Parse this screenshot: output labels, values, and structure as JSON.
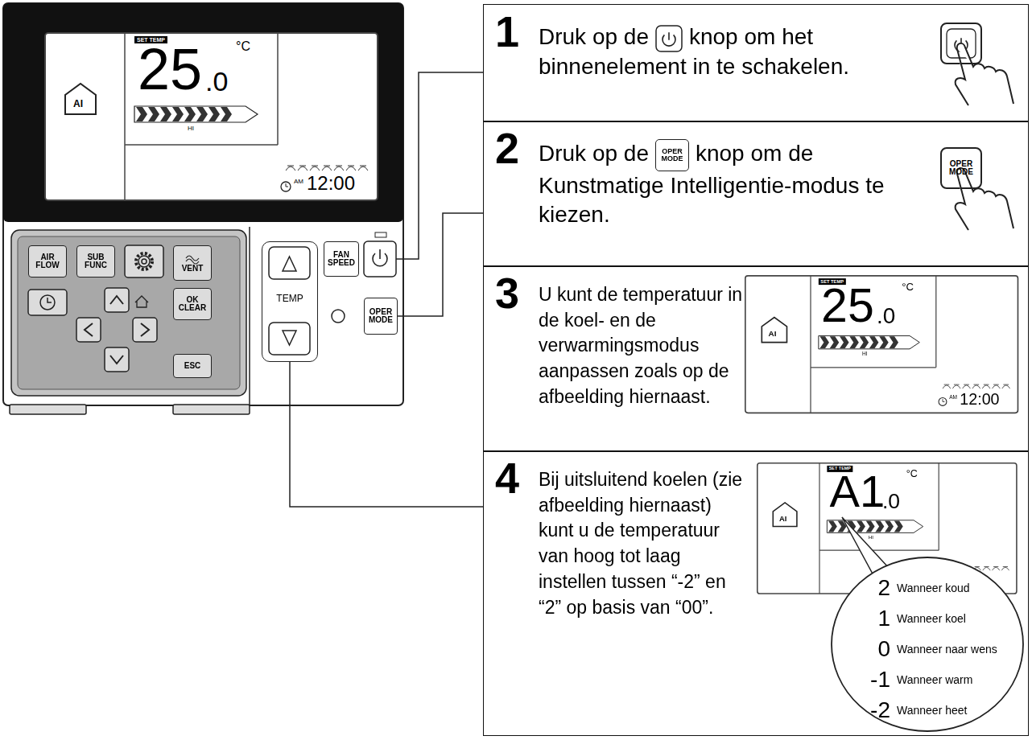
{
  "diagram": {
    "nodes": [
      {
        "text": [
          "AIR FLOW"
        ]
      },
      {
        "text": [
          "SUB FUNC"
        ]
      },
      {
        "text": [
          "VENT"
        ]
      },
      {
        "text": [
          "OK CLEAR"
        ]
      },
      {
        "text": [
          "ESC"
        ]
      },
      {
        "text": [
          "TEMP"
        ]
      },
      {
        "text": [
          "FAN SPEED"
        ]
      },
      {
        "text": [
          "OPER MODE"
        ]
      },
      {
        "text": [
          "1",
          "Druk op de",
          "knop om het binnenelement in te schakelen."
        ]
      },
      {
        "text": [
          "2",
          "Druk op de",
          "knop om de Kunstmatige Intelligentie-modus te kiezen."
        ]
      },
      {
        "text": [
          "3",
          "U kunt de temperatuur in de koel- en de verwarmingsmodus aanpassen zoals op de afbeelding hiernaast."
        ]
      },
      {
        "text": [
          "4",
          "Bij uitsluitend koelen (zie afbeelding hiernaast) kunt u de temperatuur van hoog tot laag instellen tussen “-2” en “2” op basis van “00”."
        ]
      },
      {
        "text": [
          "2",
          "Wanneer koud",
          "1",
          "Wanneer koel",
          "0",
          "Wanneer naar wens",
          "-1",
          "Wanneer warm",
          "-2",
          "Wanneer heet"
        ],
        "in": 11
      }
    ],
    "edges": [
      {
        "from": 7,
        "to": 9,
        "arrow": "none"
      },
      {
        "from": 5,
        "to": 11,
        "arrow": "none"
      }
    ],
    "labels": [
      "SET TEMP",
      "25",
      ".0",
      "°C",
      "HI",
      "AM",
      "12:00",
      "AI",
      "OPER MODE",
      "OPER MODE",
      "AI",
      "SET TEMP",
      "25",
      ".0",
      "°C",
      "HI",
      "AM",
      "12:00",
      "AI",
      "SET TEMP",
      "A1",
      ".0",
      "°C",
      "HI"
    ]
  }
}
